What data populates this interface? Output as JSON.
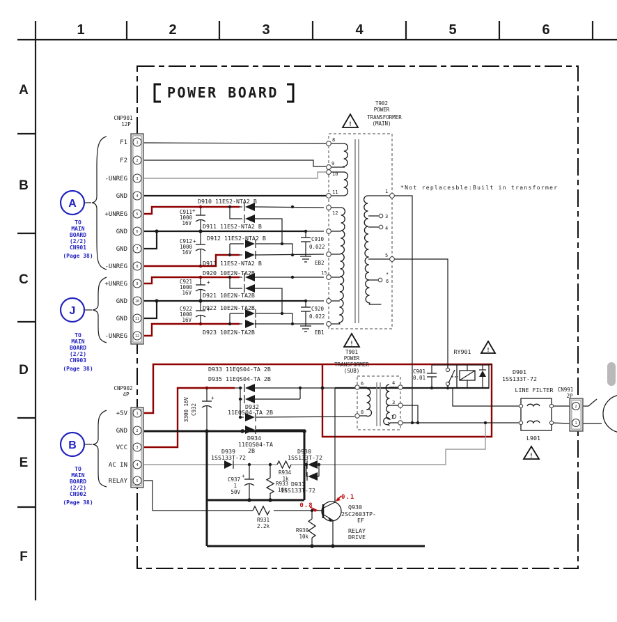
{
  "colors": {
    "wire_red": "#8f0000",
    "accent_blue": "#2323c0",
    "wire_gray": "#9a9a9a",
    "test_red": "#c01010"
  },
  "grid": {
    "cols": [
      "1",
      "2",
      "3",
      "4",
      "5",
      "6"
    ],
    "rows": [
      "A",
      "B",
      "C",
      "D",
      "E",
      "F"
    ]
  },
  "board": {
    "title": "POWER BOARD",
    "note": "*Not replacesble:Built in transformer"
  },
  "symbols": {
    "plus": "+",
    "star": "*"
  },
  "connectors": {
    "cnp901": {
      "ref": "CNP901",
      "size": "12P",
      "pins": [
        {
          "n": "1",
          "label": "F1"
        },
        {
          "n": "2",
          "label": "F2"
        },
        {
          "n": "3",
          "label": "-UNREG"
        },
        {
          "n": "4",
          "label": "GND"
        },
        {
          "n": "5",
          "label": "+UNREG"
        },
        {
          "n": "6",
          "label": "GND"
        },
        {
          "n": "7",
          "label": "GND"
        },
        {
          "n": "8",
          "label": "-UNREG"
        },
        {
          "n": "9",
          "label": "+UNREG"
        },
        {
          "n": "10",
          "label": "GND"
        },
        {
          "n": "11",
          "label": "GND"
        },
        {
          "n": "12",
          "label": "-UNREG"
        }
      ]
    },
    "cnp902": {
      "ref": "CNP902",
      "size": "4P",
      "pins": [
        {
          "n": "1",
          "label": "+5V"
        },
        {
          "n": "2",
          "label": "GND"
        },
        {
          "n": "3",
          "label": "VCC"
        },
        {
          "n": "4",
          "label": "AC IN"
        },
        {
          "n": "5",
          "label": "RELAY"
        }
      ]
    },
    "cn991": {
      "ref": "CN991",
      "size": "2P",
      "pins": [
        {
          "n": "2"
        },
        {
          "n": "1"
        }
      ]
    }
  },
  "offboard": {
    "a": {
      "letter": "A",
      "lines": [
        "TO",
        "MAIN",
        "BOARD",
        "(2/2)",
        "CN901",
        "(Page 38)"
      ]
    },
    "j": {
      "letter": "J",
      "lines": [
        "TO",
        "MAIN",
        "BOARD",
        "(2/2)",
        "CN903",
        "(Page 38)"
      ]
    },
    "b": {
      "letter": "B",
      "lines": [
        "TO",
        "MAIN",
        "BOARD",
        "(2/2)",
        "CN902",
        "(Page 38)"
      ]
    }
  },
  "transformers": {
    "t902": {
      "name": [
        "T902",
        "POWER",
        "TRANSFORMER",
        "(MAIN)"
      ],
      "pins_left": [
        "8",
        "9",
        "10",
        "11",
        "12",
        "15"
      ],
      "pins_right": [
        "1",
        "3",
        "4",
        "5",
        "6"
      ]
    },
    "t901": {
      "name": [
        "T901",
        "POWER",
        "TRANSFORMER",
        "(SUB)"
      ],
      "pins_left": [
        "6",
        "8"
      ],
      "pins_right": [
        "4",
        "3",
        "2",
        "1"
      ]
    }
  },
  "diodes": {
    "d910": "D910 11ES2-NTA2 B",
    "d911": "D911 11ES2-NTA2 B",
    "d912": "D912 11ES2-NTA2 B",
    "d913": "D913 11ES2-NTA2 B",
    "d920": "D920 10E2N-TA2B",
    "d921": "D921 10E2N-TA2B",
    "d922": "D922 10E2N-TA2B",
    "d923": "D923 10E2N-TA2B",
    "d933": "D933 11EQS04-TA 2B",
    "d935": "D935 11EQS04-TA 2B",
    "d932_ref": "D932",
    "d932_val": "11EQS04-TA 2B",
    "d934_ref": "D934",
    "d934_val": "11EQS04-TA",
    "d934_val2": "2B",
    "d939_ref": "D939",
    "d939_val": "1SS133T-72",
    "d930_ref": "D930",
    "d930_val": "1SS133T-72",
    "d931_ref": "D931",
    "d931_val": "1SS133T-72",
    "d901_ref": "D901",
    "d901_val": "1SS133T-72"
  },
  "caps": {
    "c911_ref": "C911",
    "c911_v1": "1000",
    "c911_v2": "16V",
    "c912_ref": "C912",
    "c912_v1": "1000",
    "c912_v2": "16V",
    "c921_ref": "C921",
    "c921_v1": "1000",
    "c921_v2": "16V",
    "c922_ref": "C922",
    "c922_v1": "1000",
    "c922_v2": "16V",
    "c910_ref": "C910",
    "c910_val": "0.022",
    "c920_ref": "C920",
    "c920_val": "0.022",
    "c901_ref": "C901",
    "c901_val": "0.01",
    "c932_ref": "C932",
    "c932_val": "3300 16V",
    "c937_ref": "C937",
    "c937_v1": "1",
    "c937_v2": "50V"
  },
  "resistors": {
    "r930_ref": "R930",
    "r930_val": "10k",
    "r931_ref": "R931",
    "r931_val": "2.2k",
    "r933_ref": "R933",
    "r933_val": "10k",
    "r934_ref": "R934",
    "r934_val": "1k"
  },
  "relay": {
    "ref": "RY901"
  },
  "filter": {
    "label": "LINE FILTER",
    "ref": "L901"
  },
  "transistor": {
    "ref": "Q930",
    "part": "2SC2603TP-",
    "part2": "EF",
    "fn1": "RELAY",
    "fn2": "DRIVE"
  },
  "test_points": {
    "base": "0.8",
    "collector": "0.1"
  },
  "grounds": {
    "eb1": "EB1",
    "eb2": "EB2"
  }
}
